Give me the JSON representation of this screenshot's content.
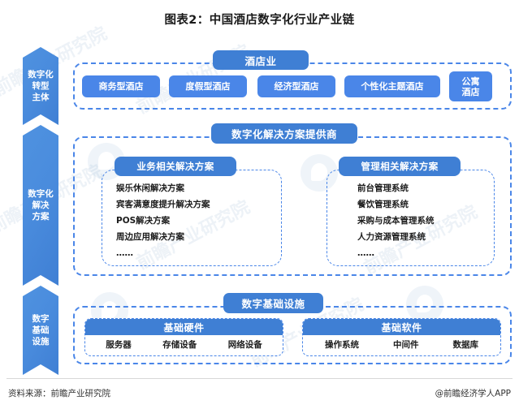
{
  "title": "图表2：中国酒店数字化行业产业链",
  "colors": {
    "primary": "#4a86e8",
    "primary_dark": "#3f7fd4",
    "dashed_border": "#4a86e8",
    "text": "#1c1c1c",
    "background": "#ffffff"
  },
  "rail": {
    "segments": [
      {
        "lines": [
          "数字化",
          "转型",
          "主体"
        ]
      },
      {
        "lines": [
          "数字化",
          "解决",
          "方案"
        ]
      },
      {
        "lines": [
          "数字",
          "基础",
          "设施"
        ]
      }
    ]
  },
  "sections": {
    "hotel": {
      "header": "酒店业",
      "items": [
        {
          "label": "商务型酒店",
          "lines": [
            "商务型酒店"
          ]
        },
        {
          "label": "度假型酒店",
          "lines": [
            "度假型酒店"
          ]
        },
        {
          "label": "经济型酒店",
          "lines": [
            "经济型酒店"
          ]
        },
        {
          "label": "个性化主题酒店",
          "lines": [
            "个性化主题酒店"
          ]
        },
        {
          "label": "公寓酒店",
          "lines": [
            "公寓",
            "酒店"
          ]
        }
      ]
    },
    "solutions": {
      "header": "数字化解决方案提供商",
      "groups": [
        {
          "header": "业务相关解决方案",
          "items": [
            "娱乐休闲解决方案",
            "宾客满意度提升解决方案",
            "POS解决方案",
            "周边应用解决方案",
            "……"
          ]
        },
        {
          "header": "管理相关解决方案",
          "items": [
            "前台管理系统",
            "餐饮管理系统",
            "采购与成本管理系统",
            "人力资源管理系统",
            "……"
          ]
        }
      ]
    },
    "infrastructure": {
      "header": "数字基础设施",
      "cards": [
        {
          "header": "基础硬件",
          "items": [
            "服务器",
            "存储设备",
            "网络设备"
          ]
        },
        {
          "header": "基础软件",
          "items": [
            "操作系统",
            "中间件",
            "数据库"
          ]
        }
      ]
    }
  },
  "footer": {
    "source": "资料来源：前瞻产业研究院",
    "brand": "@前瞻经济学人APP"
  },
  "watermarks": {
    "text": "前瞻产业研究院"
  }
}
